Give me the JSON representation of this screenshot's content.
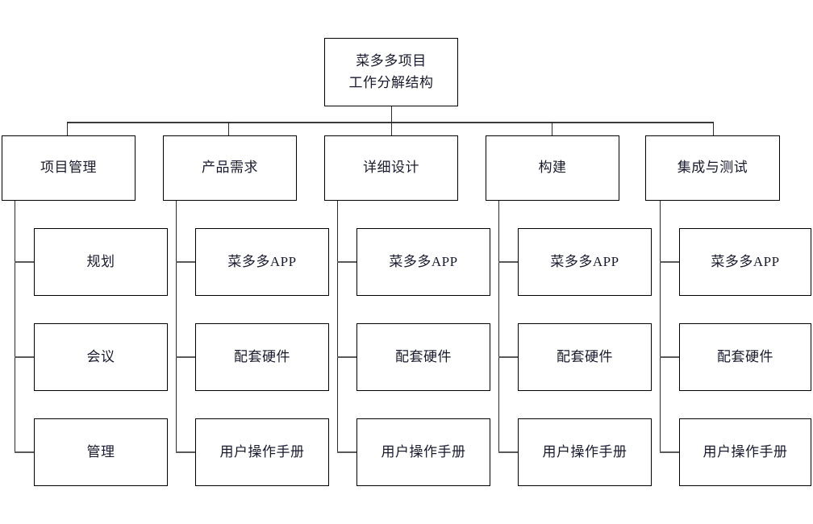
{
  "diagram": {
    "type": "work-breakdown-structure",
    "title_lines": [
      "菜多多项目",
      "工作分解结构"
    ],
    "root": {
      "id": "root",
      "line1": "菜多多项目",
      "line2": "工作分解结构"
    },
    "level2": [
      {
        "id": "l2-1",
        "label": "项目管理"
      },
      {
        "id": "l2-2",
        "label": "产品需求"
      },
      {
        "id": "l2-3",
        "label": "详细设计"
      },
      {
        "id": "l2-4",
        "label": "构建"
      },
      {
        "id": "l2-5",
        "label": "集成与测试"
      }
    ],
    "level3": [
      {
        "parent": "项目管理",
        "children": [
          "规划",
          "会议",
          "管理"
        ]
      },
      {
        "parent": "产品需求",
        "children": [
          "菜多多APP",
          "配套硬件",
          "用户操作手册"
        ]
      },
      {
        "parent": "详细设计",
        "children": [
          "菜多多APP",
          "配套硬件",
          "用户操作手册"
        ]
      },
      {
        "parent": "构建",
        "children": [
          "菜多多APP",
          "配套硬件",
          "用户操作手册"
        ]
      },
      {
        "parent": "集成与测试",
        "children": [
          "菜多多APP",
          "配套硬件",
          "用户操作手册"
        ]
      }
    ],
    "colors": {
      "background": "#ffffff",
      "box_border": "#000000",
      "text": "#1a1a2e",
      "connector": "#2b2b2b"
    }
  }
}
